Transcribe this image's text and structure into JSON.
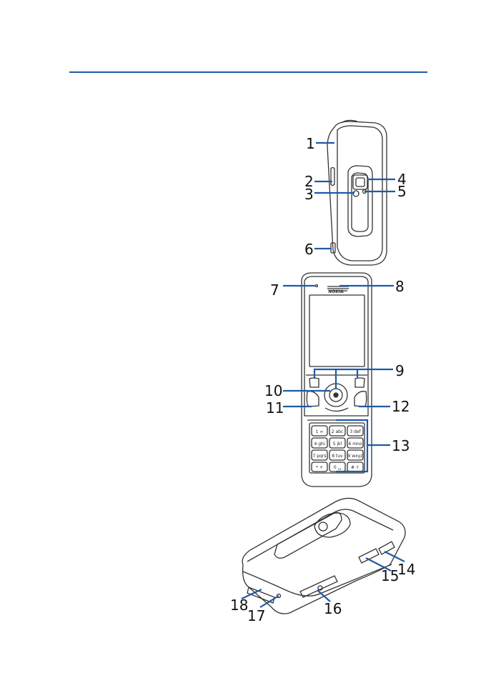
{
  "colors": {
    "rule": "#1f5aa6",
    "callout": "#1f5aa6",
    "outline": "#333333"
  },
  "callouts": [
    "1",
    "2",
    "3",
    "4",
    "5",
    "6",
    "7",
    "8",
    "9",
    "10",
    "11",
    "12",
    "13",
    "14",
    "15",
    "16",
    "17",
    "18"
  ],
  "phone": {
    "brand": "NOKIA",
    "keys": [
      "1 ∞",
      "2 abc",
      "3 def",
      "4 ghi",
      "5 jkl",
      "6 mno",
      "7 pqrs",
      "8 tuv",
      "9 wxyz",
      "* +",
      "0 ⍽",
      "# ⇧"
    ]
  }
}
